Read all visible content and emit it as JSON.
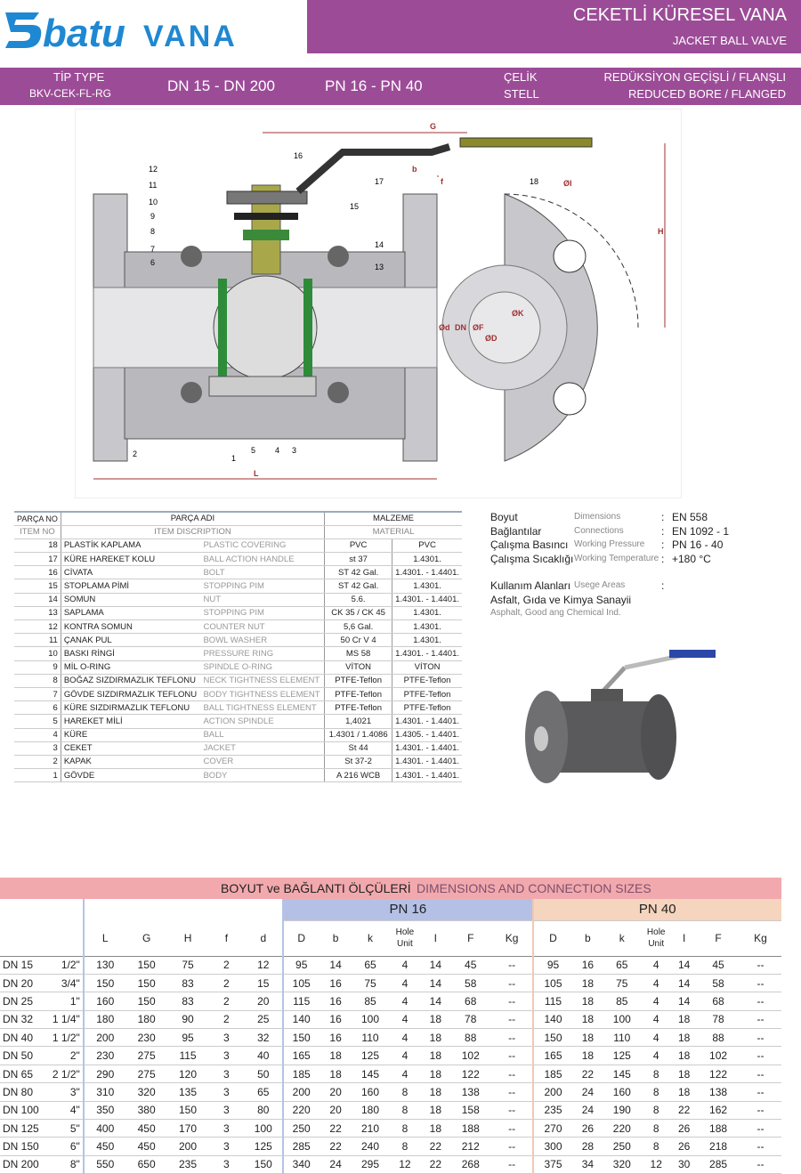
{
  "header": {
    "logo_text_a": "batu",
    "logo_text_b": "VANA",
    "title_tr": "CEKETLİ KÜRESEL VANA",
    "title_en": "JACKET BALL VALVE"
  },
  "band": {
    "type_label": "TİP  TYPE",
    "type_value": "BKV-CEK-FL-RG",
    "dn_range": "DN 15 - DN 200",
    "pn_range": "PN 16 - PN 40",
    "material_tr": "ÇELİK",
    "material_en": "STELL",
    "desc_tr": "REDÜKSİYON GEÇİŞLİ  /  FLANŞLI",
    "desc_en": "REDUCED BORE  /  FLANGED"
  },
  "drawing_labels": [
    "1",
    "2",
    "3",
    "4",
    "5",
    "6",
    "7",
    "8",
    "9",
    "10",
    "11",
    "12",
    "13",
    "14",
    "15",
    "16",
    "17",
    "18",
    "G",
    "b",
    "f",
    "H",
    "ØI",
    "ØK",
    "ØD",
    "ØF",
    "DN",
    "Ød",
    "L"
  ],
  "parts": {
    "headers": {
      "no_tr": "PARÇA NO",
      "no_en": "ITEM NO",
      "name_tr": "PARÇA ADI",
      "name_en": "ITEM DISCRIPTION",
      "mat_tr": "MALZEME",
      "mat_en": "MATERIAL"
    },
    "rows": [
      {
        "no": "18",
        "tr": "PLASTİK KAPLAMA",
        "en": "PLASTIC COVERING",
        "m1": "PVC",
        "m2": "PVC"
      },
      {
        "no": "17",
        "tr": "KÜRE HAREKET KOLU",
        "en": "BALL ACTION HANDLE",
        "m1": "st 37",
        "m2": "1.4301."
      },
      {
        "no": "16",
        "tr": "CİVATA",
        "en": "BOLT",
        "m1": "ST 42 Gal.",
        "m2": "1.4301. - 1.4401."
      },
      {
        "no": "15",
        "tr": "STOPLAMA PİMİ",
        "en": "STOPPING PIM",
        "m1": "ST 42 Gal.",
        "m2": "1.4301."
      },
      {
        "no": "14",
        "tr": "SOMUN",
        "en": "NUT",
        "m1": "5.6.",
        "m2": "1.4301. - 1.4401."
      },
      {
        "no": "13",
        "tr": "SAPLAMA",
        "en": "STOPPING PIM",
        "m1": "CK 35 / CK 45",
        "m2": "1.4301."
      },
      {
        "no": "12",
        "tr": "KONTRA SOMUN",
        "en": "COUNTER NUT",
        "m1": "5,6 Gal.",
        "m2": "1.4301."
      },
      {
        "no": "11",
        "tr": "ÇANAK PUL",
        "en": "BOWL WASHER",
        "m1": "50 Cr V 4",
        "m2": "1.4301."
      },
      {
        "no": "10",
        "tr": "BASKI RİNGİ",
        "en": "PRESSURE RING",
        "m1": "MS 58",
        "m2": "1.4301. - 1.4401."
      },
      {
        "no": "9",
        "tr": "MİL O-RING",
        "en": "SPINDLE O-RING",
        "m1": "VİTON",
        "m2": "VİTON"
      },
      {
        "no": "8",
        "tr": "BOĞAZ SIZDIRMAZLIK TEFLONU",
        "en": "NECK TIGHTNESS ELEMENT",
        "m1": "PTFE-Teflon",
        "m2": "PTFE-Teflon"
      },
      {
        "no": "7",
        "tr": "GÖVDE SIZDIRMAZLIK TEFLONU",
        "en": "BODY TIGHTNESS ELEMENT",
        "m1": "PTFE-Teflon",
        "m2": "PTFE-Teflon"
      },
      {
        "no": "6",
        "tr": "KÜRE SIZDIRMAZLIK TEFLONU",
        "en": "BALL TIGHTNESS ELEMENT",
        "m1": "PTFE-Teflon",
        "m2": "PTFE-Teflon"
      },
      {
        "no": "5",
        "tr": "HAREKET MİLİ",
        "en": "ACTION SPINDLE",
        "m1": "1,4021",
        "m2": "1.4301. - 1.4401."
      },
      {
        "no": "4",
        "tr": "KÜRE",
        "en": "BALL",
        "m1": "1.4301 / 1.4086",
        "m2": "1.4305. - 1.4401."
      },
      {
        "no": "3",
        "tr": "CEKET",
        "en": "JACKET",
        "m1": "St 44",
        "m2": "1.4301. - 1.4401."
      },
      {
        "no": "2",
        "tr": "KAPAK",
        "en": "COVER",
        "m1": "St 37-2",
        "m2": "1.4301. - 1.4401."
      },
      {
        "no": "1",
        "tr": "GÖVDE",
        "en": "BODY",
        "m1": "A 216 WCB",
        "m2": "1.4301. - 1.4401."
      }
    ]
  },
  "specs": [
    {
      "tr": "Boyut",
      "en": "Dimensions",
      "v": "EN 558"
    },
    {
      "tr": "Bağlantılar",
      "en": "Connections",
      "v": "EN 1092 - 1"
    },
    {
      "tr": "Çalışma Basıncı",
      "en": "Working Pressure",
      "v": "PN 16 - 40"
    },
    {
      "tr": "Çalışma Sıcaklığı",
      "en": "Working Temperature",
      "v": "+180 °C"
    }
  ],
  "usage": {
    "tr": "Kullanım Alanları",
    "en": "Usege Areas",
    "line1": "Asfalt, Gıda ve Kimya Sanayii",
    "line2": "Asphalt, Good ang Chemical Ind."
  },
  "colon": ":",
  "dimensions": {
    "title_tr": "BOYUT ve BAĞLANTI ÖLÇÜLERİ",
    "title_en": "DIMENSIONS AND CONNECTION SIZES",
    "pn16": "PN 16",
    "pn40": "PN 40",
    "cols_common": [
      "L",
      "G",
      "H",
      "f",
      "d"
    ],
    "cols_pn": [
      "D",
      "b",
      "k",
      "Hole Unit",
      "I",
      "F",
      "Kg"
    ],
    "rows": [
      {
        "dn": "DN 15",
        "inch": "1/2\"",
        "c": [
          "130",
          "150",
          "75",
          "2",
          "12"
        ],
        "p16": [
          "95",
          "14",
          "65",
          "4",
          "14",
          "45",
          "--"
        ],
        "p40": [
          "95",
          "16",
          "65",
          "4",
          "14",
          "45",
          "--"
        ]
      },
      {
        "dn": "DN 20",
        "inch": "3/4\"",
        "c": [
          "150",
          "150",
          "83",
          "2",
          "15"
        ],
        "p16": [
          "105",
          "16",
          "75",
          "4",
          "14",
          "58",
          "--"
        ],
        "p40": [
          "105",
          "18",
          "75",
          "4",
          "14",
          "58",
          "--"
        ]
      },
      {
        "dn": "DN 25",
        "inch": "1\"",
        "c": [
          "160",
          "150",
          "83",
          "2",
          "20"
        ],
        "p16": [
          "115",
          "16",
          "85",
          "4",
          "14",
          "68",
          "--"
        ],
        "p40": [
          "115",
          "18",
          "85",
          "4",
          "14",
          "68",
          "--"
        ]
      },
      {
        "dn": "DN 32",
        "inch": "1 1/4\"",
        "c": [
          "180",
          "180",
          "90",
          "2",
          "25"
        ],
        "p16": [
          "140",
          "16",
          "100",
          "4",
          "18",
          "78",
          "--"
        ],
        "p40": [
          "140",
          "18",
          "100",
          "4",
          "18",
          "78",
          "--"
        ]
      },
      {
        "dn": "DN 40",
        "inch": "1 1/2\"",
        "c": [
          "200",
          "230",
          "95",
          "3",
          "32"
        ],
        "p16": [
          "150",
          "16",
          "110",
          "4",
          "18",
          "88",
          "--"
        ],
        "p40": [
          "150",
          "18",
          "110",
          "4",
          "18",
          "88",
          "--"
        ]
      },
      {
        "dn": "DN 50",
        "inch": "2\"",
        "c": [
          "230",
          "275",
          "115",
          "3",
          "40"
        ],
        "p16": [
          "165",
          "18",
          "125",
          "4",
          "18",
          "102",
          "--"
        ],
        "p40": [
          "165",
          "18",
          "125",
          "4",
          "18",
          "102",
          "--"
        ]
      },
      {
        "dn": "DN 65",
        "inch": "2 1/2\"",
        "c": [
          "290",
          "275",
          "120",
          "3",
          "50"
        ],
        "p16": [
          "185",
          "18",
          "145",
          "4",
          "18",
          "122",
          "--"
        ],
        "p40": [
          "185",
          "22",
          "145",
          "8",
          "18",
          "122",
          "--"
        ]
      },
      {
        "dn": "DN 80",
        "inch": "3\"",
        "c": [
          "310",
          "320",
          "135",
          "3",
          "65"
        ],
        "p16": [
          "200",
          "20",
          "160",
          "8",
          "18",
          "138",
          "--"
        ],
        "p40": [
          "200",
          "24",
          "160",
          "8",
          "18",
          "138",
          "--"
        ]
      },
      {
        "dn": "DN 100",
        "inch": "4\"",
        "c": [
          "350",
          "380",
          "150",
          "3",
          "80"
        ],
        "p16": [
          "220",
          "20",
          "180",
          "8",
          "18",
          "158",
          "--"
        ],
        "p40": [
          "235",
          "24",
          "190",
          "8",
          "22",
          "162",
          "--"
        ]
      },
      {
        "dn": "DN 125",
        "inch": "5\"",
        "c": [
          "400",
          "450",
          "170",
          "3",
          "100"
        ],
        "p16": [
          "250",
          "22",
          "210",
          "8",
          "18",
          "188",
          "--"
        ],
        "p40": [
          "270",
          "26",
          "220",
          "8",
          "26",
          "188",
          "--"
        ]
      },
      {
        "dn": "DN 150",
        "inch": "6\"",
        "c": [
          "450",
          "450",
          "200",
          "3",
          "125"
        ],
        "p16": [
          "285",
          "22",
          "240",
          "8",
          "22",
          "212",
          "--"
        ],
        "p40": [
          "300",
          "28",
          "250",
          "8",
          "26",
          "218",
          "--"
        ]
      },
      {
        "dn": "DN 200",
        "inch": "8\"",
        "c": [
          "550",
          "650",
          "235",
          "3",
          "150"
        ],
        "p16": [
          "340",
          "24",
          "295",
          "12",
          "22",
          "268",
          "--"
        ],
        "p40": [
          "375",
          "34",
          "320",
          "12",
          "30",
          "285",
          "--"
        ]
      }
    ]
  }
}
